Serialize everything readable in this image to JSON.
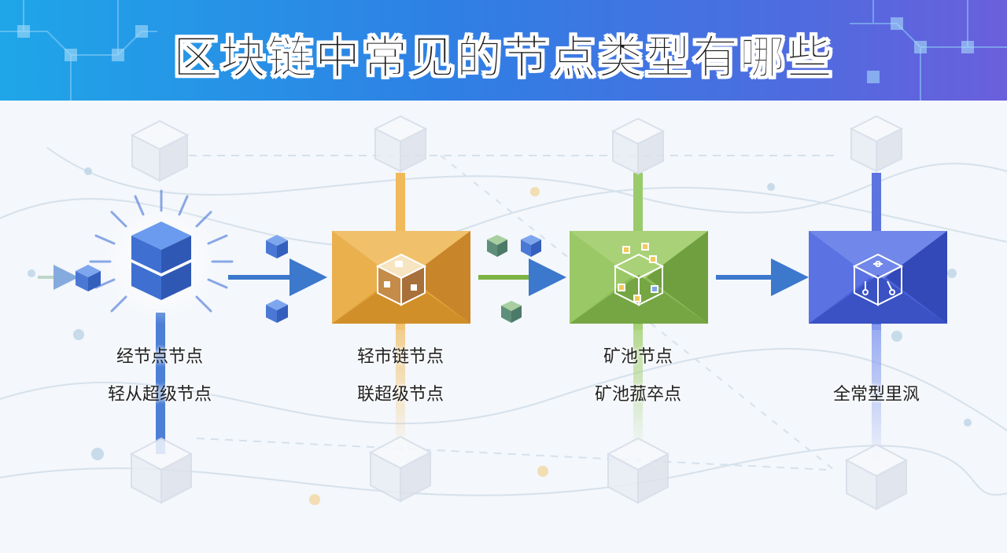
{
  "title": "区块链中常见的节点类型有哪些",
  "nodes": [
    {
      "label_1": "经节点节点",
      "label_2": "轻从超级节点",
      "color": "#3f6fd1"
    },
    {
      "label_1": "轻市链节点",
      "label_2": "联超级节点",
      "color": "#e3a33b"
    },
    {
      "label_1": "矿池节点",
      "label_2": "矿池菰卒点",
      "color": "#7cb342"
    },
    {
      "label_1": "",
      "label_2": "全常型里沨",
      "color": "#3f5fd8"
    }
  ],
  "colors": {
    "banner_start": "#1fa6e8",
    "banner_end": "#6a5fdc",
    "arrow": "#3c78cc",
    "accent_orange": "#e3a33b",
    "accent_green": "#7cb342",
    "accent_blue": "#3f5fd8"
  }
}
